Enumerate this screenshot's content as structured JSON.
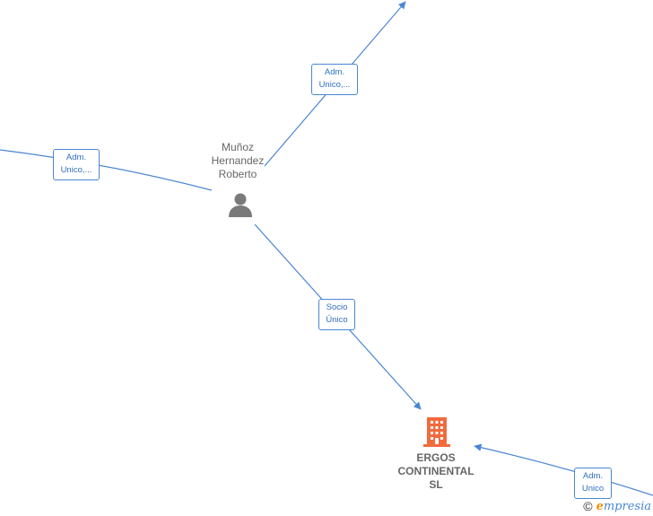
{
  "colors": {
    "edge": "#4a86d4",
    "edge_label_text": "#2f6fc0",
    "person_icon": "#7a7a7a",
    "company_icon": "#f26a3d",
    "node_text": "#666666"
  },
  "nodes": {
    "person": {
      "name_lines": [
        "Muñoz",
        "Hernandez",
        "Roberto"
      ],
      "icon": "person-icon"
    },
    "company": {
      "name_lines": [
        "ERGOS",
        "CONTINENTAL",
        "SL"
      ],
      "icon": "building-icon"
    }
  },
  "edges": {
    "top": {
      "label_lines": [
        "Adm.",
        "Unico,..."
      ]
    },
    "left": {
      "label_lines": [
        "Adm.",
        "Unico,..."
      ]
    },
    "socio": {
      "label_lines": [
        "Socio",
        "Único"
      ]
    },
    "bottom_right": {
      "label_lines": [
        "Adm.",
        "Unico"
      ]
    }
  },
  "watermark": {
    "copyright": "©",
    "brand_initial": "e",
    "brand_rest": "mpresia"
  }
}
